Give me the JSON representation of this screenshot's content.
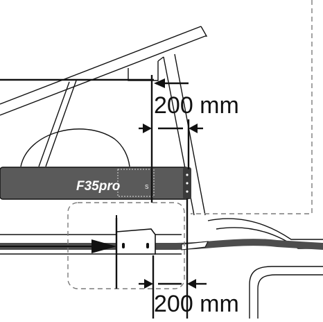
{
  "diagram": {
    "product_name": "F35pro",
    "top_dimension": "200 mm",
    "bottom_dimension": "200 mm",
    "colors": {
      "awning_case": "#5a5a5a",
      "outline": "#111111",
      "roof_rail": "#4d4d4d",
      "dashed": "#7a7a7a",
      "background": "#ffffff"
    }
  }
}
